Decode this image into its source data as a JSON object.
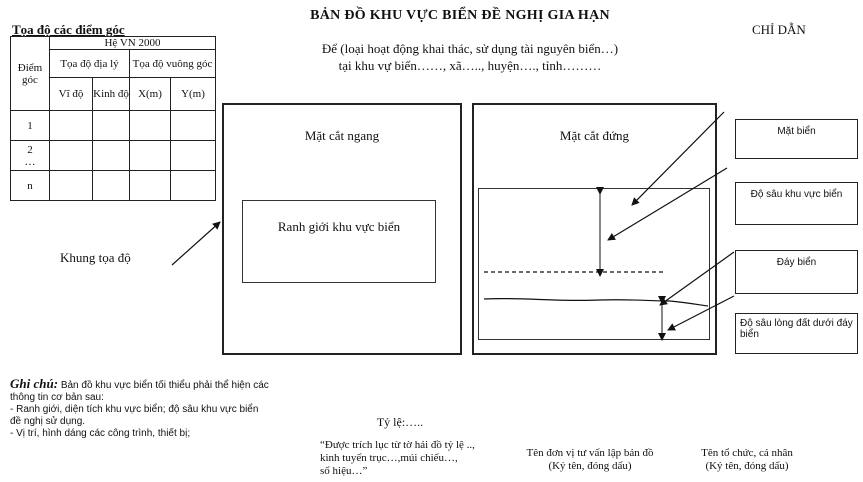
{
  "header": {
    "title": "BẢN ĐỒ KHU VỰC BIỂN ĐỀ NGHỊ GIA HẠN",
    "legend_label": "CHỈ DẪN",
    "subtitle_line1": "Để (loại hoạt động khai thác, sử dụng tài nguyên biển…)",
    "subtitle_line2": "tại khu vự biển……, xã….., huyện…., tỉnh………"
  },
  "coords_table": {
    "title": "Tọa độ các điểm góc",
    "point_header": "Điểm góc",
    "system_header": "Hệ VN 2000",
    "geo_header": "Tọa độ địa lý",
    "plane_header": "Tọa độ vuông góc",
    "sub_headers": [
      "Vĩ độ",
      "Kinh độ",
      "X(m)",
      "Y(m)"
    ],
    "row_labels": [
      "1",
      "2\n…",
      "n"
    ]
  },
  "left_panel": {
    "horizontal_section_label": "Mặt cắt ngang",
    "sea_boundary_label": "Ranh giới khu vực biển",
    "coordinate_frame_label": "Khung tọa độ"
  },
  "right_panel": {
    "vertical_section_label": "Mặt cắt đứng"
  },
  "legend_boxes": [
    "Mặt biển",
    "Độ sâu khu vực biển",
    "Đáy biển",
    "Độ sâu lòng đất dưới đáy biển"
  ],
  "note": {
    "title": "Ghi chú:",
    "intro": "Bản đồ khu vực biển tối thiểu phải thể hiện các thông tin cơ bản sau:",
    "item1": "-  Ranh giới, diện tích khu vực biển; độ sâu khu vực biển đề nghị sử dụng.",
    "item2": "- Vị trí, hình dáng các công trình, thiết bị;"
  },
  "footer": {
    "scale": "Tỷ lệ:…..",
    "extract_note": "“Được trích lục từ tờ hải đồ tỷ lệ ..,\nkinh tuyến trục…,múi chiếu…,\nsố hiệu…”",
    "consultant": "Tên đơn vị tư vấn lập bản đồ\n(Ký tên, đóng dấu)",
    "organization": "Tên tổ chức, cá nhân\n(Ký tên, đóng dấu)"
  }
}
